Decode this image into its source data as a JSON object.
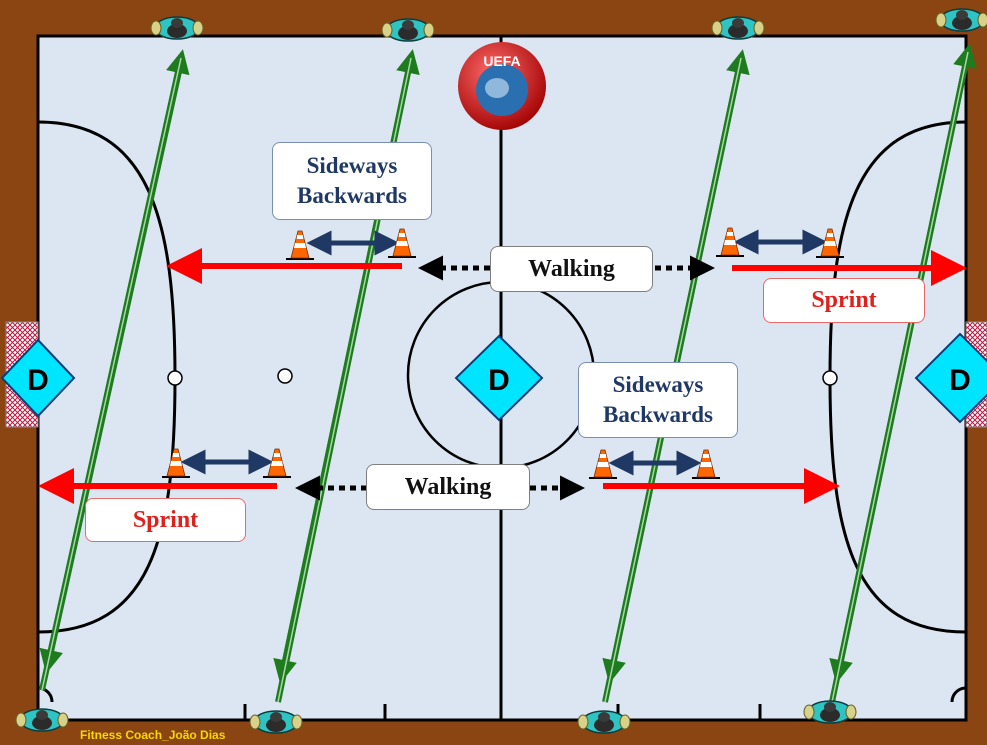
{
  "pitch": {
    "surface_color": "#dce6f2",
    "border_color": "#8b4513",
    "line_color": "#000000"
  },
  "logo": {
    "text": "UEFA",
    "icon": "uefa-logo"
  },
  "players": {
    "defender_label": "D",
    "defender_color": "#00e5ff"
  },
  "labels": {
    "walking_top": "Walking",
    "walking_bottom": "Walking",
    "sprint_right": "Sprint",
    "sprint_left": "Sprint",
    "sideways_top_line1": "Sideways",
    "sideways_top_line2": "Backwards",
    "sideways_bottom_line1": "Sideways",
    "sideways_bottom_line2": "Backwards"
  },
  "credit": "Fitness Coach_João Dias",
  "colors": {
    "sprint_arrow": "#ff0000",
    "sideways_arrow": "#1f3864",
    "walking_arrow": "#000000",
    "diagonal_arrow": "#1e7b1e",
    "cone": "#ff6600"
  },
  "icons": [
    "cone-icon",
    "player-icon",
    "goal-net-icon",
    "uefa-logo"
  ]
}
